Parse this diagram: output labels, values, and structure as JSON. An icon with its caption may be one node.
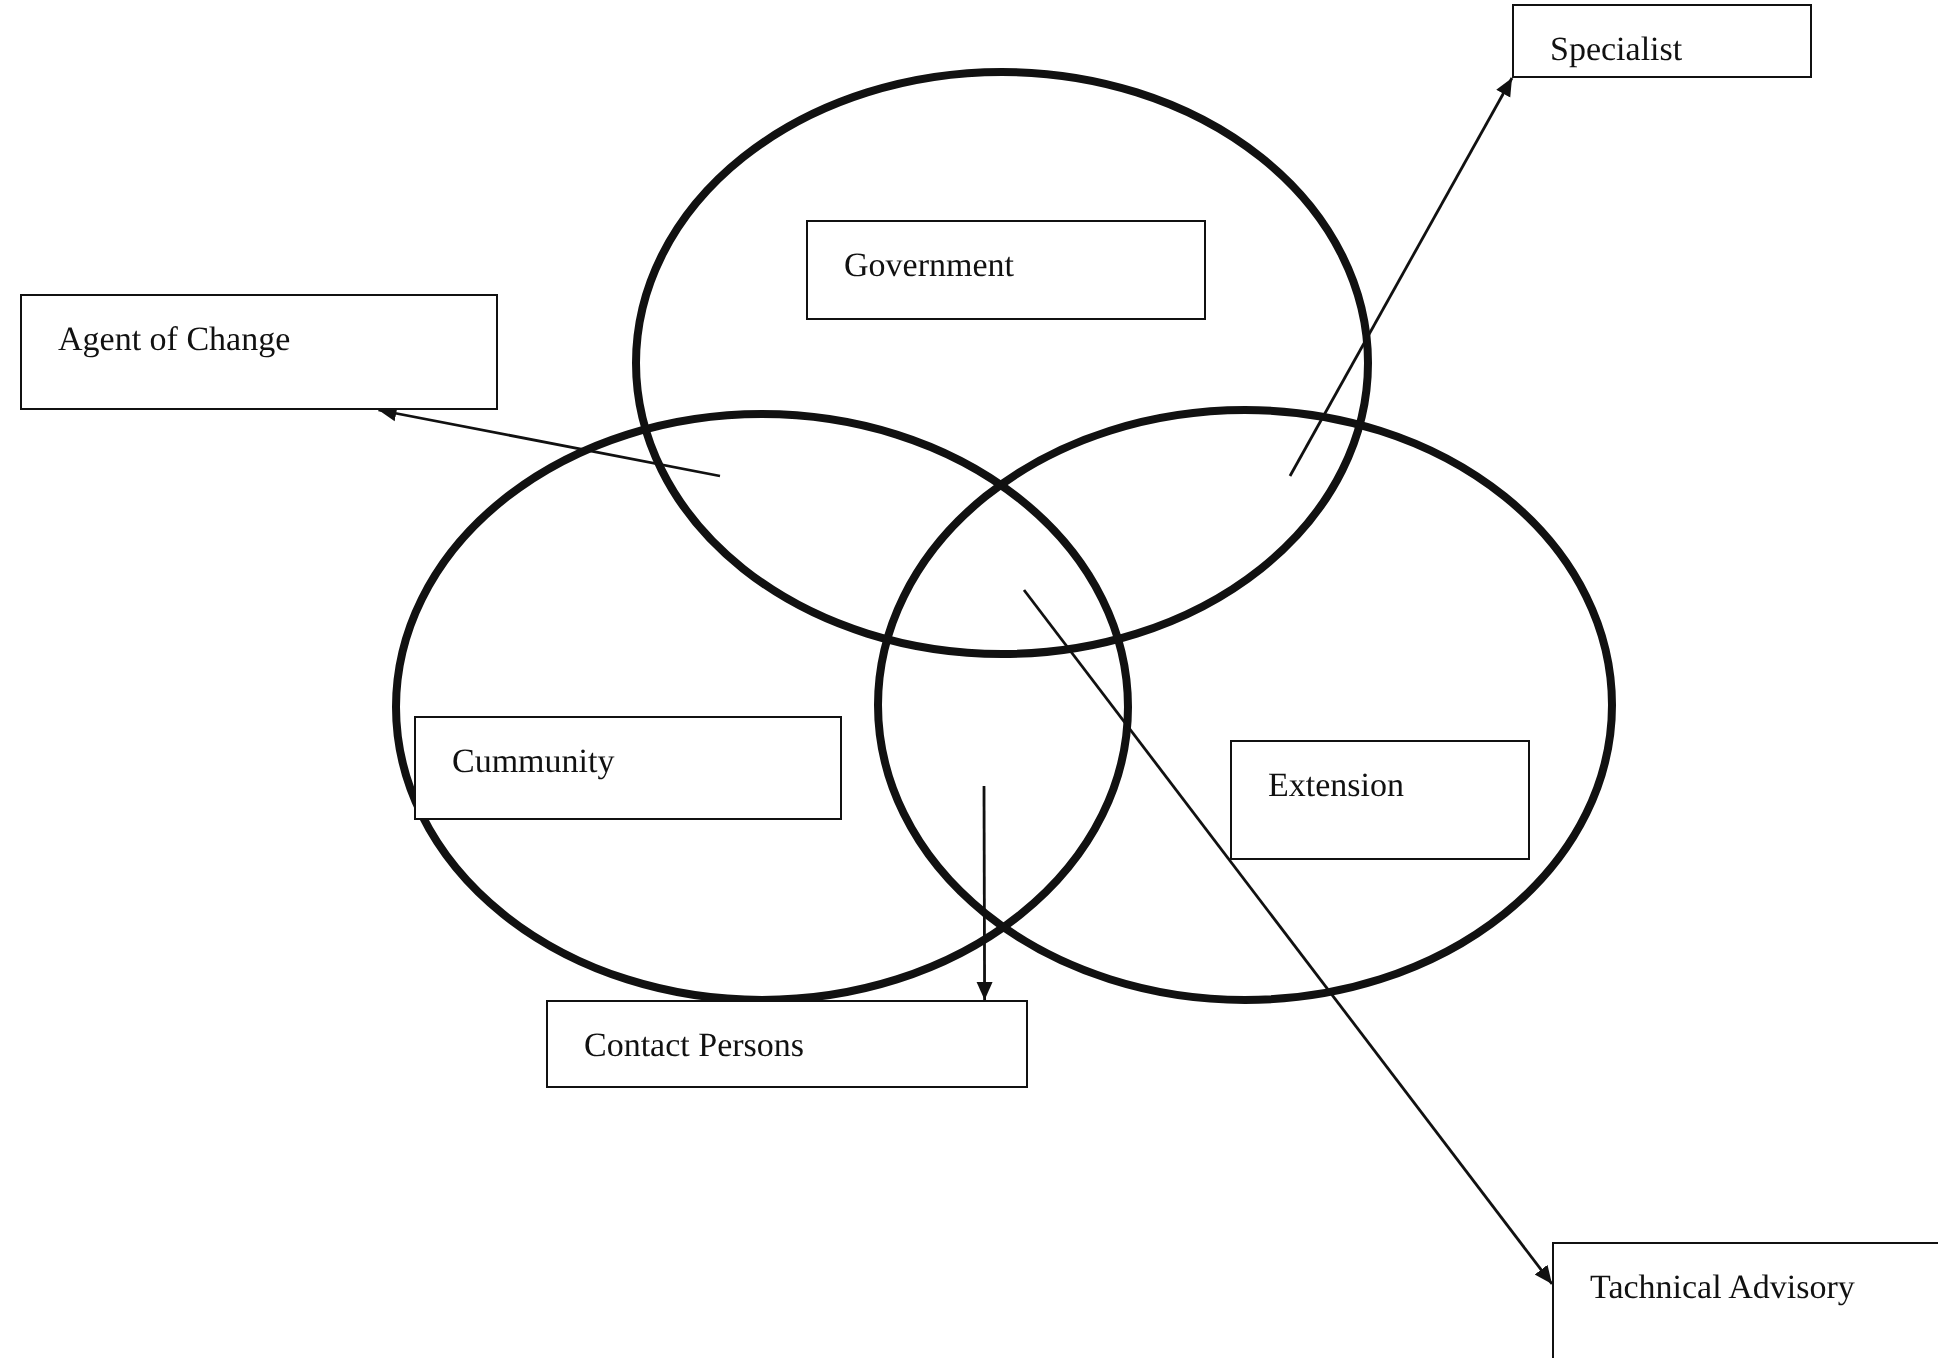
{
  "diagram": {
    "nodes": [
      {
        "text": [],
        "shape": "circle"
      },
      {
        "text": [
          "Government"
        ],
        "in": 0
      },
      {
        "text": [],
        "shape": "circle"
      },
      {
        "text": [
          "Cummunity"
        ],
        "in": 2
      },
      {
        "text": [],
        "shape": "circle"
      },
      {
        "text": [
          "Extension"
        ],
        "in": 4
      },
      {
        "text": [
          "Specialist"
        ]
      },
      {
        "text": [
          "Agent of Change"
        ]
      },
      {
        "text": [
          "Contact Persons"
        ]
      },
      {
        "text": [
          "Tachnical Advisory"
        ]
      }
    ],
    "edges": [
      {
        "from": null,
        "to": 6,
        "arrow": "to"
      },
      {
        "from": null,
        "to": 7,
        "arrow": "to"
      },
      {
        "from": null,
        "to": 8,
        "arrow": "to"
      },
      {
        "from": null,
        "to": 9,
        "arrow": "to"
      }
    ]
  }
}
